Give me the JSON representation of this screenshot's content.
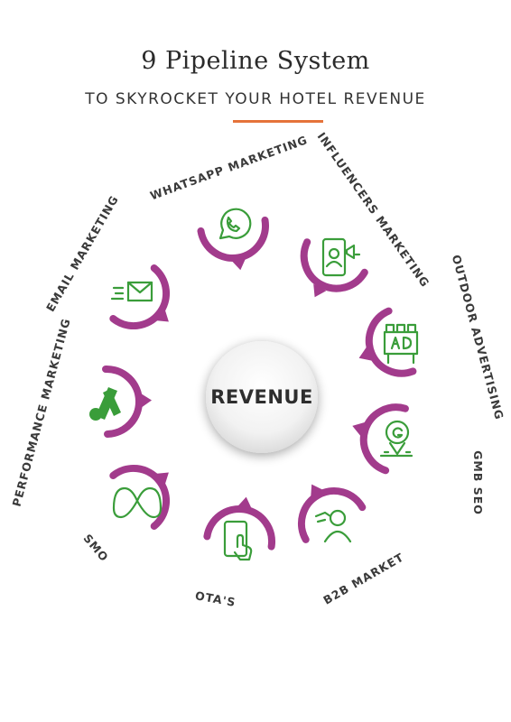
{
  "header": {
    "title": "9 Pipeline System",
    "subtitle": "TO SKYROCKET YOUR HOTEL REVENUE"
  },
  "center": {
    "label": "REVENUE"
  },
  "pipelines": [
    {
      "label": "WHATSAPP MARKETING",
      "icon": "whatsapp-icon"
    },
    {
      "label": "INFLUENCERS MARKETING",
      "icon": "influencer-icon"
    },
    {
      "label": "OUTDOOR ADVERTISING",
      "icon": "billboard-ad-icon"
    },
    {
      "label": "GMB SEO",
      "icon": "google-map-pin-icon"
    },
    {
      "label": "B2B MARKET",
      "icon": "handshake-person-icon"
    },
    {
      "label": "OTA'S",
      "icon": "phone-touch-icon"
    },
    {
      "label": "SMO",
      "icon": "meta-logo-icon"
    },
    {
      "label": "PERFORMANCE MARKETING",
      "icon": "google-ads-icon"
    },
    {
      "label": "EMAIL MARKETING",
      "icon": "email-icon"
    }
  ],
  "colors": {
    "accent_rule": "#e5733a",
    "arc": "#a23b8c",
    "icon": "#3a9d3a",
    "text": "#333333"
  }
}
